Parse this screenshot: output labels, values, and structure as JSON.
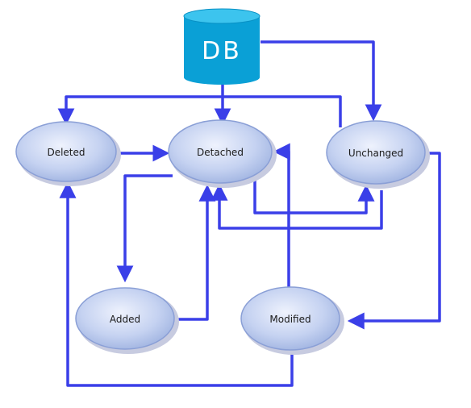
{
  "diagram": {
    "database": {
      "label": "DB",
      "color": "#0aa0d6",
      "top_color": "#3cc4ee"
    },
    "states": {
      "deleted": "Deleted",
      "detached": "Detached",
      "unchanged": "Unchanged",
      "added": "Added",
      "modified": "Modified"
    },
    "colors": {
      "arrow": "#3a3fe8",
      "node_fill_light": "#e6ecfb",
      "node_fill_dark": "#9eb2e0",
      "node_stroke": "#8a9fd6"
    },
    "edges": [
      {
        "from": "DB",
        "to": "Detached"
      },
      {
        "from": "DB",
        "to": "Unchanged"
      },
      {
        "from": "Unchanged",
        "to": "Deleted"
      },
      {
        "from": "Deleted",
        "to": "Detached"
      },
      {
        "from": "Detached",
        "to": "Unchanged"
      },
      {
        "from": "Unchanged",
        "to": "Detached"
      },
      {
        "from": "Detached",
        "to": "Added"
      },
      {
        "from": "Added",
        "to": "Detached"
      },
      {
        "from": "Modified",
        "to": "Detached"
      },
      {
        "from": "Unchanged",
        "to": "Modified"
      },
      {
        "from": "Modified",
        "to": "Deleted"
      }
    ]
  }
}
